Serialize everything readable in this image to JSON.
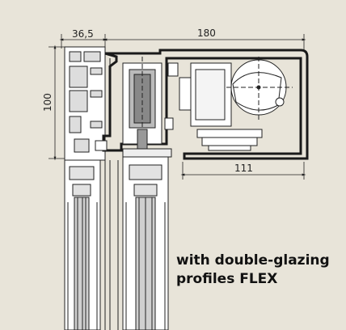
{
  "dimensions": {
    "left_width": "36,5",
    "top_width": "180",
    "left_height": "100",
    "bottom_width": "111"
  },
  "caption": {
    "line1": "with double-glazing",
    "line2": "profiles FLEX"
  }
}
